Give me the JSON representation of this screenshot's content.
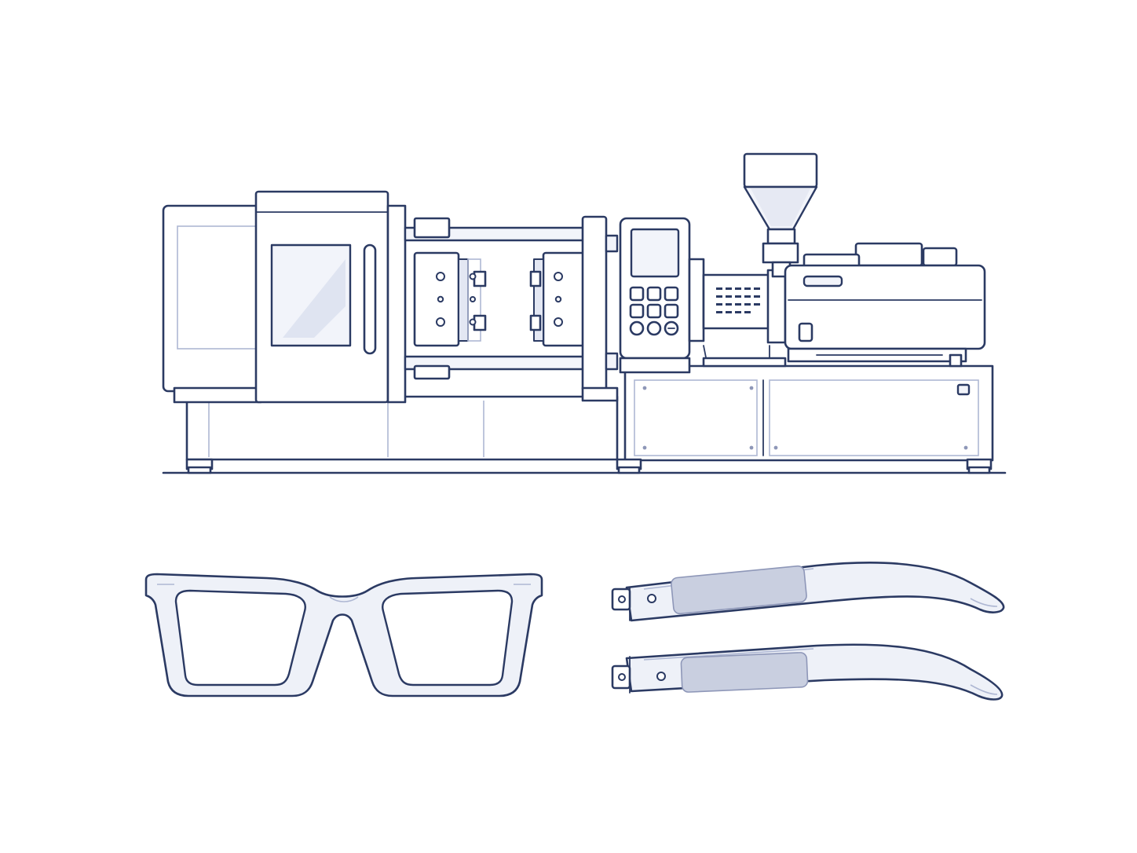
{
  "illustration": {
    "subject": "",
    "palette": {
      "line": "#2b3a63",
      "panel_fill": "#f2f4fa",
      "shadow_fill": "#e3e7f3",
      "pad_fill": "#c9cfe0",
      "background": "#ffffff"
    },
    "machine": {
      "icons": [
        "injection-molding-machine-icon",
        "hopper-icon",
        "control-panel-icon",
        "mold-icon"
      ],
      "control_panel": {
        "button_rows": 3,
        "button_cols": 3
      }
    },
    "parts": {
      "icons": [
        "eyeglass-frame-front-icon",
        "eyeglass-temple-arm-icon"
      ],
      "temple_count": 2
    }
  }
}
